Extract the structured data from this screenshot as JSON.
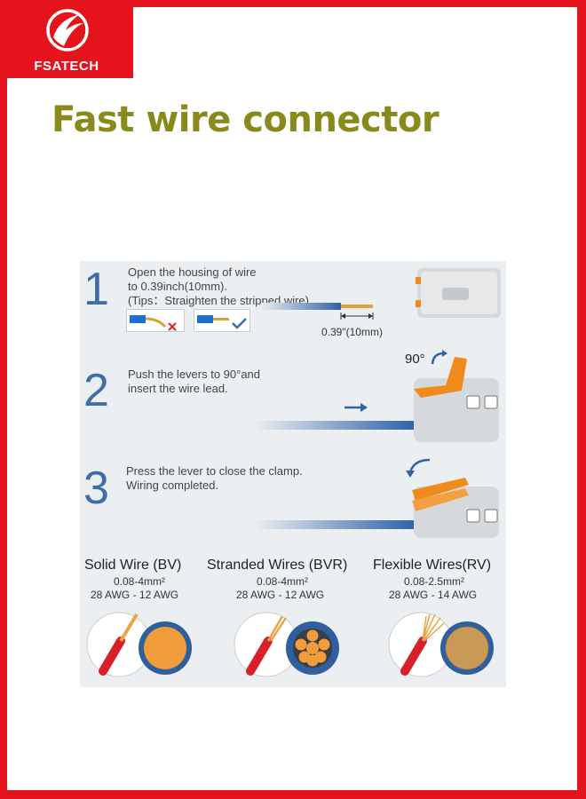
{
  "brand": {
    "name": "FSATECH"
  },
  "headline": "Fast wire connector",
  "steps": [
    {
      "number": "1",
      "lines": [
        "Open the housing of wire",
        "to 0.39inch(10mm).",
        "(Tips：Straighten the stripped wire)"
      ],
      "measure": "0.39\"(10mm)"
    },
    {
      "number": "2",
      "lines": [
        "Push the levers to 90°and",
        "insert the wire lead."
      ],
      "angle": "90°"
    },
    {
      "number": "3",
      "lines": [
        "Press the lever to close the clamp.",
        "Wiring completed."
      ]
    }
  ],
  "wire_types": [
    {
      "title": "Solid Wire (BV)",
      "range": "0.08-4mm²",
      "awg": "28 AWG - 12 AWG"
    },
    {
      "title": "Stranded Wires (BVR)",
      "range": "0.08-4mm²",
      "awg": "28 AWG - 12 AWG"
    },
    {
      "title": "Flexible Wires(RV)",
      "range": "0.08-2.5mm²",
      "awg": "28 AWG - 14 AWG"
    }
  ],
  "colors": {
    "frame": "#e5131b",
    "headline": "#8a8a1c",
    "step_blue": "#3d6ea8",
    "lever_orange": "#f08a1c",
    "wire_red": "#d8202a"
  },
  "icons": [
    "fsatech-logo-icon",
    "wrong-cross-icon",
    "correct-check-icon",
    "rotate-arrow-icon",
    "insert-arrow-icon",
    "connector-icon"
  ]
}
